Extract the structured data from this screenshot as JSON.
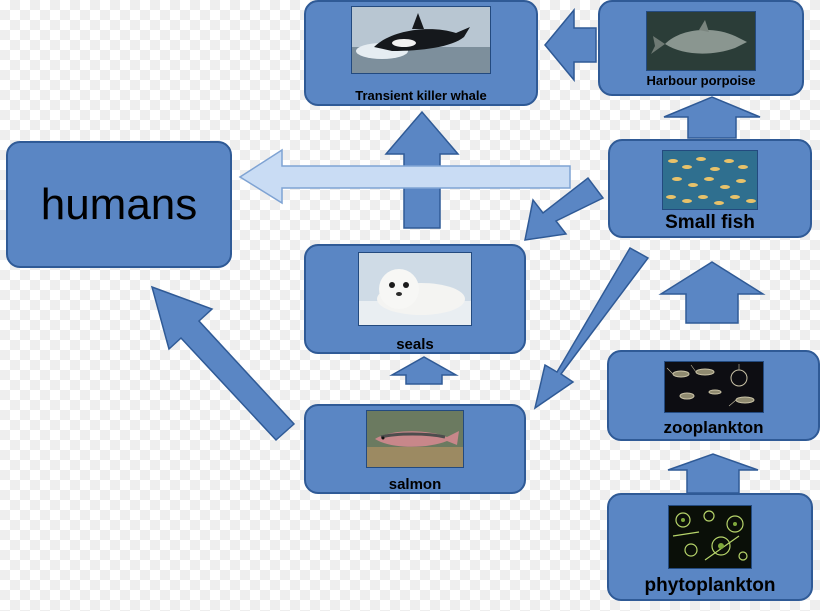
{
  "nodes": {
    "humans": "humans",
    "killer_whale": "Transient killer whale",
    "porpoise": "Harbour porpoise",
    "small_fish": "Small fish",
    "seals": "seals",
    "salmon": "salmon",
    "zooplankton": "zooplankton",
    "phytoplankton": "phytoplankton"
  },
  "colors": {
    "box_fill": "#5a86c4",
    "box_border": "#2f5a96",
    "arrow_fill": "#5a86c4",
    "highlight_arrow": "#c9dcf4"
  },
  "links": [
    {
      "from": "phytoplankton",
      "to": "zooplankton"
    },
    {
      "from": "zooplankton",
      "to": "small_fish"
    },
    {
      "from": "small_fish",
      "to": "porpoise"
    },
    {
      "from": "porpoise",
      "to": "killer_whale"
    },
    {
      "from": "small_fish",
      "to": "seals"
    },
    {
      "from": "small_fish",
      "to": "salmon"
    },
    {
      "from": "salmon",
      "to": "seals"
    },
    {
      "from": "seals",
      "to": "killer_whale"
    },
    {
      "from": "salmon",
      "to": "humans"
    },
    {
      "from": "small_fish",
      "to": "humans"
    }
  ]
}
